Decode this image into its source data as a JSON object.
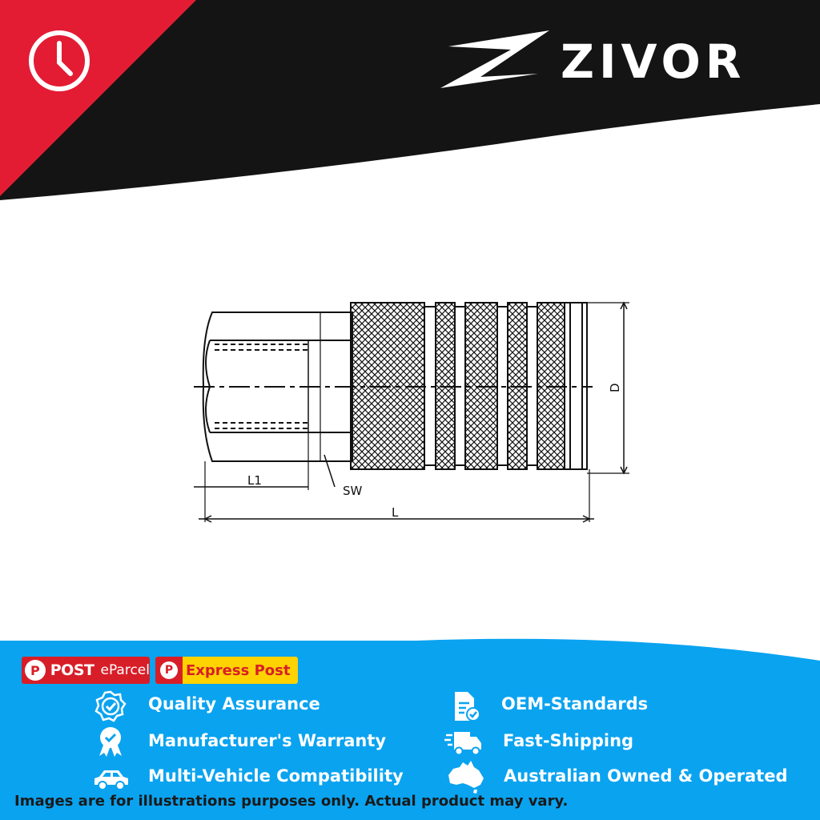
{
  "brand": {
    "name": "ZIVOR"
  },
  "header": {
    "icon": "clock-icon",
    "colors": {
      "red": "#e31c34",
      "black": "#141414"
    }
  },
  "drawing": {
    "labels": {
      "l1": "L1",
      "sw": "SW",
      "l": "L",
      "d": "D"
    }
  },
  "shipping": {
    "auspost_mark": "P",
    "post_label": "POST",
    "eparcel_label": "eParcel",
    "express_label": "Express Post"
  },
  "features": [
    {
      "label": "Quality Assurance",
      "icon": "quality-badge-icon"
    },
    {
      "label": "OEM-Standards",
      "icon": "document-check-icon"
    },
    {
      "label": "Manufacturer's Warranty",
      "icon": "warranty-ribbon-icon"
    },
    {
      "label": "Fast-Shipping",
      "icon": "delivery-truck-icon"
    },
    {
      "label": "Multi-Vehicle Compatibility",
      "icon": "car-icon"
    },
    {
      "label": "Australian Owned & Operated",
      "icon": "australia-map-icon"
    }
  ],
  "footer": {
    "disclaimer": "Images are for illustrations purposes only. Actual product may vary.",
    "colors": {
      "blue": "#0aa3f0"
    }
  }
}
